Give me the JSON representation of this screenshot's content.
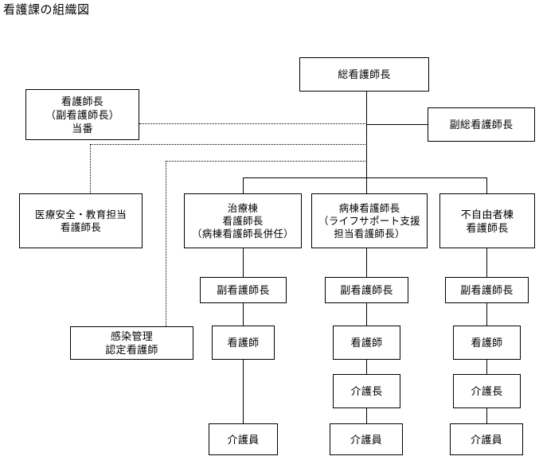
{
  "page": {
    "title": "看護課の組織図"
  },
  "nodes": {
    "chief_nurse": {
      "lines": [
        "総看護師長"
      ]
    },
    "deputy_chief_nurse": {
      "lines": [
        "副総看護師長"
      ]
    },
    "duty_nurse_manager": {
      "lines": [
        "看護師長",
        "（副看護師長）",
        "当番"
      ]
    },
    "safety_education_manager": {
      "lines": [
        "医療安全・教育担当",
        "看護師長"
      ]
    },
    "infection_control_nurse": {
      "lines": [
        "感染管理",
        "認定看護師"
      ]
    },
    "treatment_ward_manager": {
      "lines": [
        "治療棟",
        "看護師長",
        "（病棟看護師長併任）"
      ]
    },
    "ward_nurse_manager": {
      "lines": [
        "病棟看護師長",
        "（ライフサポート支援",
        "担当看護師長）"
      ]
    },
    "disabled_ward_manager": {
      "lines": [
        "不自由者棟",
        "看護師長"
      ]
    },
    "deputy_manager_treat": {
      "lines": [
        "副看護師長"
      ]
    },
    "deputy_manager_ward": {
      "lines": [
        "副看護師長"
      ]
    },
    "deputy_manager_disabled": {
      "lines": [
        "副看護師長"
      ]
    },
    "nurse_treat": {
      "lines": [
        "看護師"
      ]
    },
    "nurse_ward": {
      "lines": [
        "看護師"
      ]
    },
    "nurse_disabled": {
      "lines": [
        "看護師"
      ]
    },
    "care_chief_ward": {
      "lines": [
        "介護長"
      ]
    },
    "care_chief_disabled": {
      "lines": [
        "介護長"
      ]
    },
    "caregiver_treat": {
      "lines": [
        "介護員"
      ]
    },
    "caregiver_ward": {
      "lines": [
        "介護員"
      ]
    },
    "caregiver_disabled": {
      "lines": [
        "介護員"
      ]
    }
  },
  "style": {
    "line_color": "#000000",
    "box_border_color": "#000000",
    "background": "#ffffff",
    "text_color": "#000000"
  }
}
